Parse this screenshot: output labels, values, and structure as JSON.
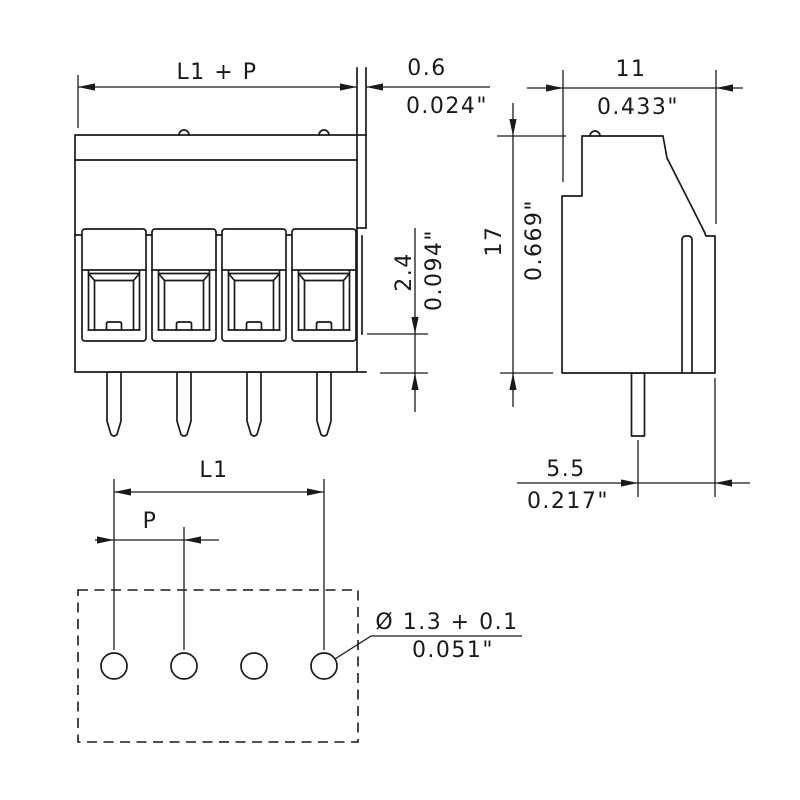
{
  "drawing": {
    "background_color": "#ffffff",
    "line_color": "#1a1a1a",
    "views": {
      "front": "front-view",
      "side": "side-view",
      "footprint": "pcb-footprint-view"
    },
    "dimensions": {
      "total_length": {
        "label": "L1 + P"
      },
      "flange_offset": {
        "mm": "0.6",
        "inch": "0.024\""
      },
      "body_width": {
        "mm": "11",
        "inch": "0.433\""
      },
      "pin_setback": {
        "mm": "2.4",
        "inch": "0.094\""
      },
      "body_height": {
        "mm": "17",
        "inch": "0.669\""
      },
      "pin_to_edge": {
        "mm": "5.5",
        "inch": "0.217\""
      },
      "pitch_length": {
        "label": "L1"
      },
      "pitch": {
        "label": "P"
      },
      "hole_diameter": {
        "mm": "Ø 1.3 + 0.1",
        "inch": "0.051\""
      }
    }
  }
}
